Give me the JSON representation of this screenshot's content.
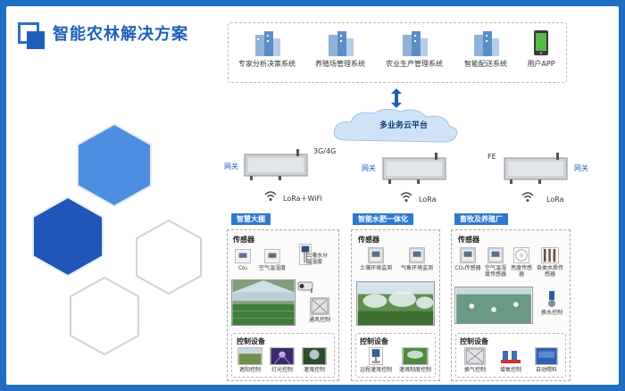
{
  "title": "智能农林解决方案",
  "systems": [
    {
      "label": "专家分析决策系统",
      "icon": "building-icon"
    },
    {
      "label": "养殖场管理系统",
      "icon": "building-icon"
    },
    {
      "label": "农业生产管理系统",
      "icon": "building-icon"
    },
    {
      "label": "智能配送系统",
      "icon": "building-icon"
    },
    {
      "label": "用户APP",
      "icon": "phone-icon"
    }
  ],
  "cloud": {
    "label": "多业务云平台"
  },
  "gateways": [
    {
      "name": "网关",
      "uplink": "3G/4G",
      "radio": "LoRa＋WiFi"
    },
    {
      "name": "网关",
      "uplink": "",
      "radio": "LoRa"
    },
    {
      "name": "网关",
      "uplink": "FE",
      "radio": "LoRa"
    }
  ],
  "panels": [
    {
      "banner": "智慧大棚",
      "sensor_title": "传感器",
      "sensors": [
        "Co₂",
        "空气温湿度",
        "土壤水分\n温湿度"
      ],
      "extra": "通风控制",
      "control_title": "控制设备",
      "controls": [
        "遮阳控制",
        "灯光控制",
        "灌溉控制"
      ]
    },
    {
      "banner": "智能水肥一体化",
      "sensor_title": "传感器",
      "sensors": [
        "土壤环境监测",
        "气象环境监测"
      ],
      "control_title": "控制设备",
      "controls": [
        "远程灌溉控制",
        "灌溉制度控制"
      ]
    },
    {
      "banner": "畜牧及养殖厂",
      "sensor_title": "传感器",
      "sensors": [
        "CO₂传感器",
        "空气温湿度传感器",
        "亮度传感器",
        "各类水质传感器"
      ],
      "extra": "换水控制",
      "control_title": "控制设备",
      "controls": [
        "换气控制",
        "增氧控制",
        "自动喂料"
      ]
    }
  ],
  "colors": {
    "accent": "#1d5fb8",
    "banner": "#2e79d0",
    "frame": "#1e6fc4"
  }
}
